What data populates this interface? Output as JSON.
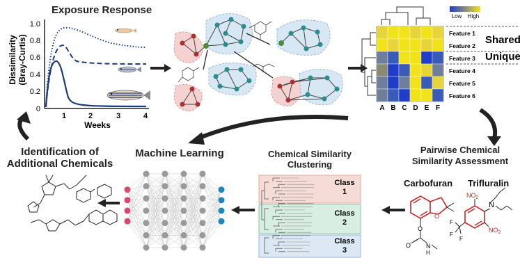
{
  "exposure": {
    "title": "Exposure Response",
    "ylabel_line1": "Dissimilarity",
    "ylabel_line2": "(Bray-Curtis)",
    "xlabel": "Weeks",
    "yticks": [
      "0",
      "0.2",
      "0.4",
      "0.6",
      "0.8",
      "1.0"
    ],
    "xticks": [
      "1",
      "2",
      "3",
      "4"
    ]
  },
  "heatmap": {
    "legend_low": "Low",
    "legend_high": "High",
    "features": [
      "Feature 1",
      "Feature 2",
      "Feature 3",
      "Feature 4",
      "Feature 5",
      "Feature 6"
    ],
    "columns": [
      "A",
      "B",
      "C",
      "D",
      "E",
      "F"
    ],
    "shared_label": "Shared",
    "unique_label": "Unique"
  },
  "steps": {
    "identification": [
      "Identification of",
      "Additional Chemicals"
    ],
    "machine_learning": "Machine Learning",
    "clustering": [
      "Chemical Similarity",
      "Clustering"
    ],
    "pairwise": [
      "Pairwise Chemical",
      "Similarity Assessment"
    ]
  },
  "clusters": {
    "classes": [
      {
        "label": "Class",
        "num": "1"
      },
      {
        "label": "Class",
        "num": "2"
      },
      {
        "label": "Class",
        "num": "3"
      }
    ]
  },
  "chemicals": {
    "left": "Carbofuran",
    "right": "Trifluralin",
    "trifluralin_groups": {
      "nitro": "NO",
      "nitro_sub": "2",
      "fluoro": "F",
      "nitrogen": "N"
    },
    "carbofuran_atoms": {
      "oxygen": "O",
      "amine": "N",
      "hydrogen": "H"
    }
  },
  "colors": {
    "red_node": "#a83232",
    "teal_node": "#2a8c8c",
    "green_node": "#4a8a3a",
    "blue_line": "#1f3a7a",
    "class1_bg": "#f6dcd6",
    "class2_bg": "#d9eee3",
    "class3_bg": "#dde8f5",
    "heat_low": "#1f3ec8",
    "heat_high": "#f2e21a"
  }
}
